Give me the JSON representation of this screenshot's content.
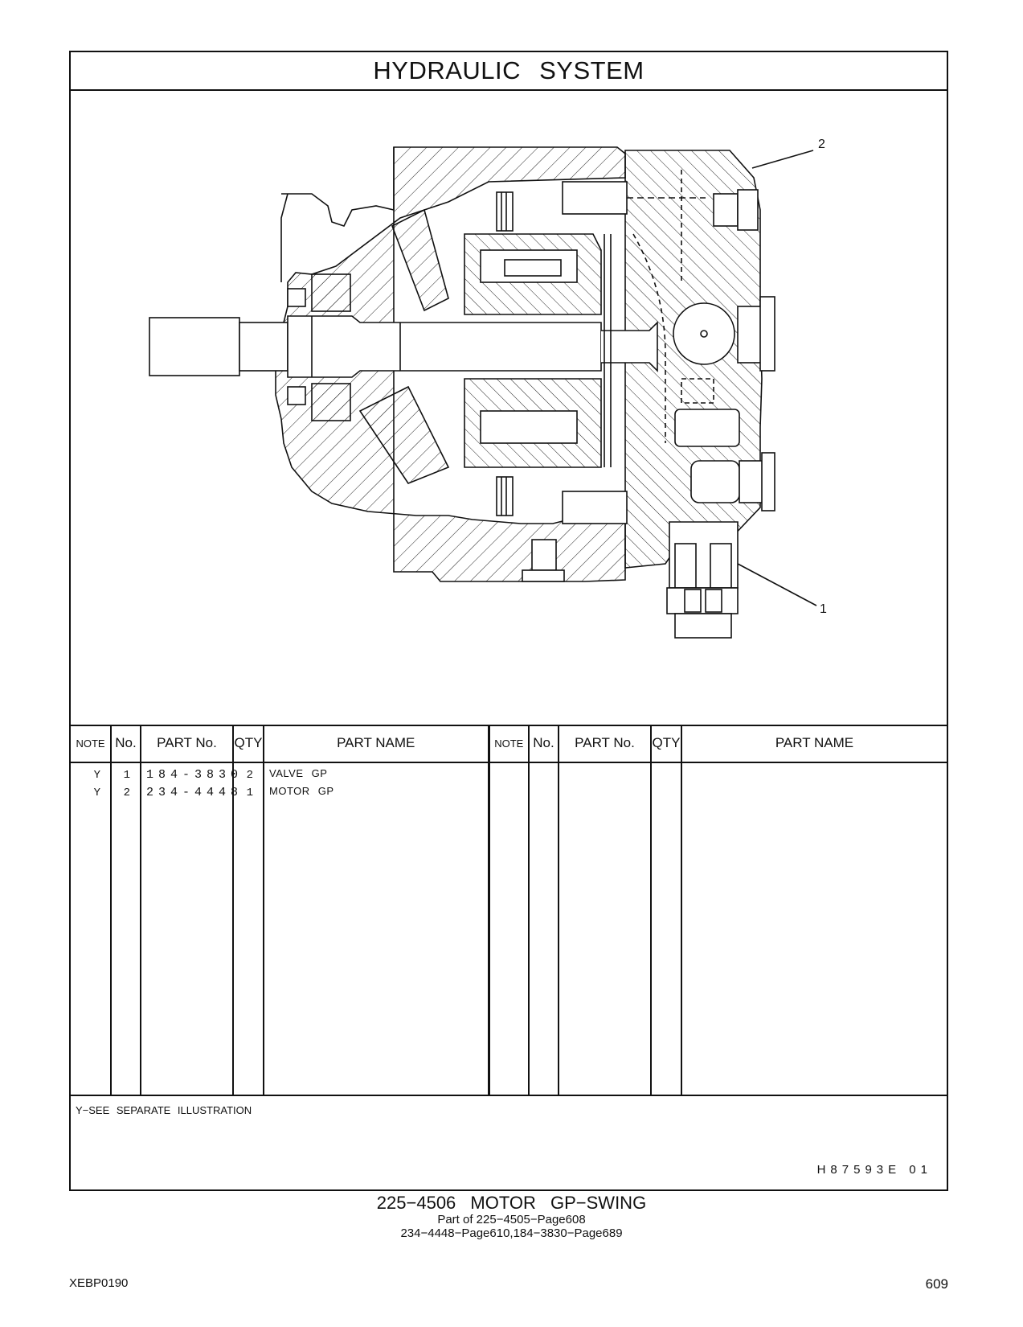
{
  "header": {
    "title": "HYDRAULIC SYSTEM"
  },
  "drawing": {
    "callouts": [
      {
        "label": "1"
      },
      {
        "label": "2"
      }
    ]
  },
  "table": {
    "headers": {
      "note": "NOTE",
      "no": "No.",
      "part_no": "PART No.",
      "qty": "QTY",
      "part_name": "PART NAME"
    },
    "rows": [
      {
        "note": "Y",
        "no": "1",
        "part_no": "184-3830",
        "qty": "2",
        "part_name": "VALVE GP"
      },
      {
        "note": "Y",
        "no": "2",
        "part_no": "234-4448",
        "qty": "1",
        "part_name": "MOTOR GP"
      }
    ]
  },
  "legend": "Y−SEE SEPARATE ILLUSTRATION",
  "illustration_code": "H87593E 01",
  "caption": {
    "title": "225−4506 MOTOR GP−SWING",
    "line1": "Part of 225−4505−Page608",
    "line2": "234−4448−Page610,184−3830−Page689"
  },
  "footer": {
    "doc_code": "XEBP0190",
    "page_number": "609"
  }
}
